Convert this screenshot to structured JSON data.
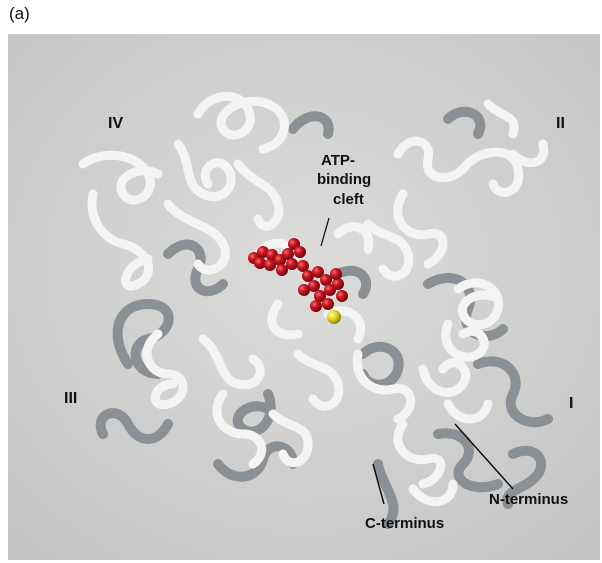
{
  "panel_label": "(a)",
  "domains": {
    "one": "I",
    "two": "II",
    "three": "III",
    "four": "IV"
  },
  "atp_label": {
    "line1": "ATP-",
    "line2": "binding",
    "line3": "cleft"
  },
  "termini": {
    "n": "N-terminus",
    "c": "C-terminus"
  },
  "colors": {
    "background": "#cfd0cf",
    "ribbon_light": "#f4f4f2",
    "ribbon_dark": "#8b9095",
    "atp": "#b8101c",
    "ion": "#d8cf1a"
  }
}
